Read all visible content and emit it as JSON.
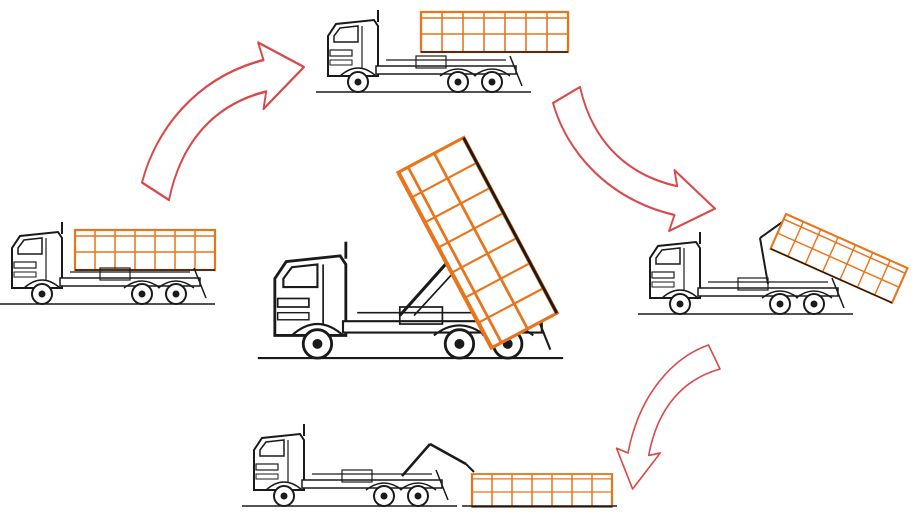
{
  "colors": {
    "line": "#1a1a1a",
    "container": "#e8741c",
    "arrow_stroke": "#d84a4a",
    "background": "#ffffff"
  },
  "diagram": {
    "type": "cycle",
    "steps": [
      {
        "name": "truck-top-loaded"
      },
      {
        "name": "truck-right-tilting"
      },
      {
        "name": "truck-bottom-unloading"
      },
      {
        "name": "truck-left-loaded"
      }
    ],
    "center": {
      "name": "truck-center-dumping"
    },
    "arrows": [
      {
        "name": "arrow-left-to-top"
      },
      {
        "name": "arrow-top-to-right"
      },
      {
        "name": "arrow-right-to-bottom"
      }
    ]
  }
}
